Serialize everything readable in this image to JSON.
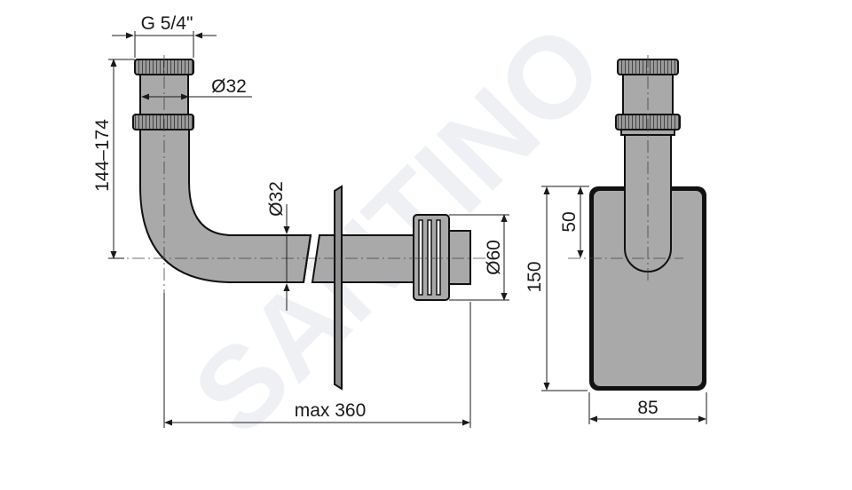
{
  "watermark": "SANTINO",
  "colors": {
    "part": "#a9a9a9",
    "outline": "#111111",
    "line": "#1a1a1a",
    "watermark": "#e8eaee"
  },
  "labels": {
    "thread": "G 5/4\"",
    "inlet_diameter": "Ø32",
    "height_range": "144–174",
    "pipe_diameter": "Ø32",
    "outlet_diameter": "Ø60",
    "length": "max 360",
    "depth_50": "50",
    "height_150": "150",
    "width_85": "85"
  }
}
